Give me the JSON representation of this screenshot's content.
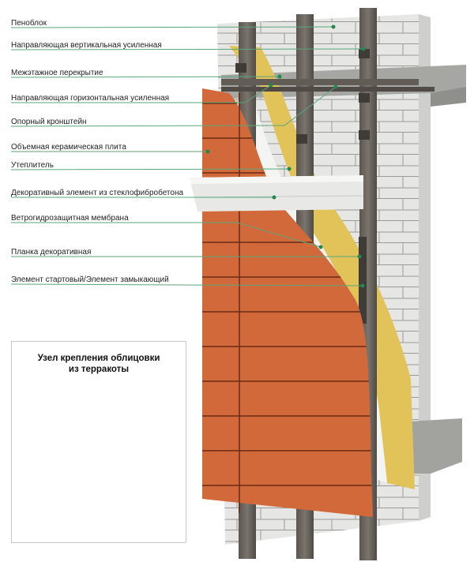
{
  "diagram": {
    "title": "Ventilated facade with terracotta cladding",
    "labels": [
      {
        "id": "penoblok",
        "text": "Пеноблок"
      },
      {
        "id": "vertical-guide",
        "text": "Направляющая вертикальная усиленная"
      },
      {
        "id": "floor-slab",
        "text": "Межэтажное перекрытие"
      },
      {
        "id": "horizontal-guide",
        "text": "Направляющая горизонтальная усиленная"
      },
      {
        "id": "support-bracket",
        "text": "Опорный кронштейн"
      },
      {
        "id": "ceramic-tile",
        "text": "Объемная керамическая плита"
      },
      {
        "id": "insulation",
        "text": "Утеплитель"
      },
      {
        "id": "decorative-element",
        "text": "Декоративный элемент из стеклофибробетона"
      },
      {
        "id": "membrane",
        "text": "Ветрогидрозащитная мембрана"
      },
      {
        "id": "decorative-strip",
        "text": "Планка декоративная"
      },
      {
        "id": "start-end-element",
        "text": "Элемент стартовый/Элемент замыкающий"
      }
    ],
    "inset": {
      "title_line1": "Узел крепления облицовки",
      "title_line2": "из терракоты"
    },
    "colors": {
      "leader": "#5aa67a",
      "leader_dot": "#1f8a4c",
      "terracotta": "#d2693a",
      "terracotta_dark": "#b8552a",
      "steel": "#6a6560",
      "block": "#e4e4e2",
      "concrete": "#a9a9a6",
      "insulation": "#e2c35a",
      "membrane": "#f4f4f2"
    }
  }
}
